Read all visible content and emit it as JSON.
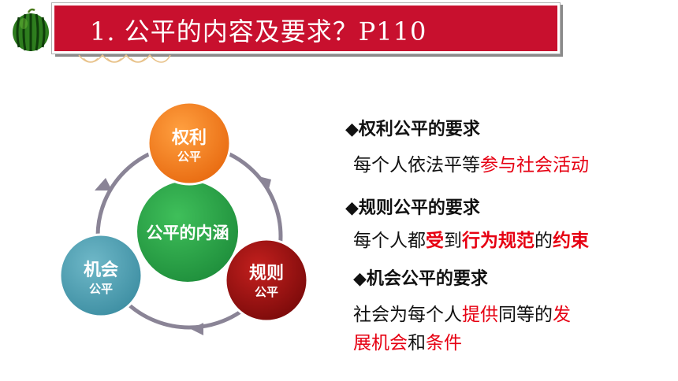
{
  "slide": {
    "title": "1. 公平的内容及要求？P110"
  },
  "diagram": {
    "center": "公平的内涵",
    "nodes": [
      {
        "line1": "权利",
        "line2": "公平",
        "color": "#f0821e"
      },
      {
        "line1": "规则",
        "line2": "公平",
        "color": "#a10f0f"
      },
      {
        "line1": "机会",
        "line2": "公平",
        "color": "#4a9db0"
      }
    ],
    "center_color": "#2fa54a",
    "ring_color": "#8a8496"
  },
  "requirements": [
    {
      "title": "◆权利公平的要求",
      "body": [
        "每个人依法平等",
        "参与社会活动"
      ]
    },
    {
      "title": "◆规则公平的要求",
      "body": [
        "每个人都",
        "受",
        "到",
        "行为规范",
        "的",
        "约束"
      ]
    },
    {
      "title": "◆机会公平的要求",
      "body_line1": [
        "社会为每个人",
        "提供",
        "同等的",
        "发"
      ],
      "body_line2": [
        "展机会",
        "和",
        "条件"
      ]
    }
  ]
}
